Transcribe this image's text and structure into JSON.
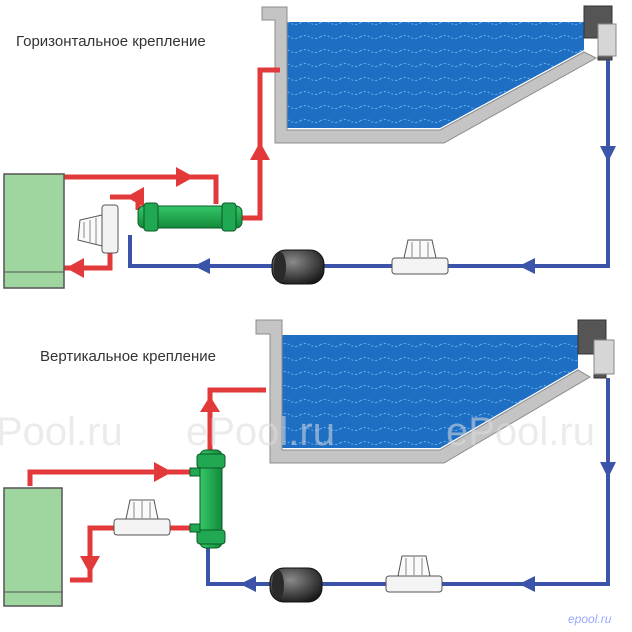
{
  "captions": {
    "top": "Горизонтальное крепление",
    "bottom": "Вертикальное крепление"
  },
  "watermarks": [
    "Pool.ru",
    "ePool.ru",
    "ePool.ru"
  ],
  "logo": "epool.ru",
  "colors": {
    "hot_pipe": "#e23a3a",
    "cold_pipe": "#3b53a8",
    "water": "#1e6fc4",
    "pool_wall": "#b8b8b8",
    "boiler": "#9fd59e",
    "heat_exchanger": "#1fa14a"
  },
  "icons": {
    "boiler": "boiler-unit",
    "pump": "circulation-pump",
    "filter": "filter-tank",
    "valve": "flow-valve",
    "heat_exchanger": "heat-exchanger",
    "skimmer": "skimmer"
  }
}
